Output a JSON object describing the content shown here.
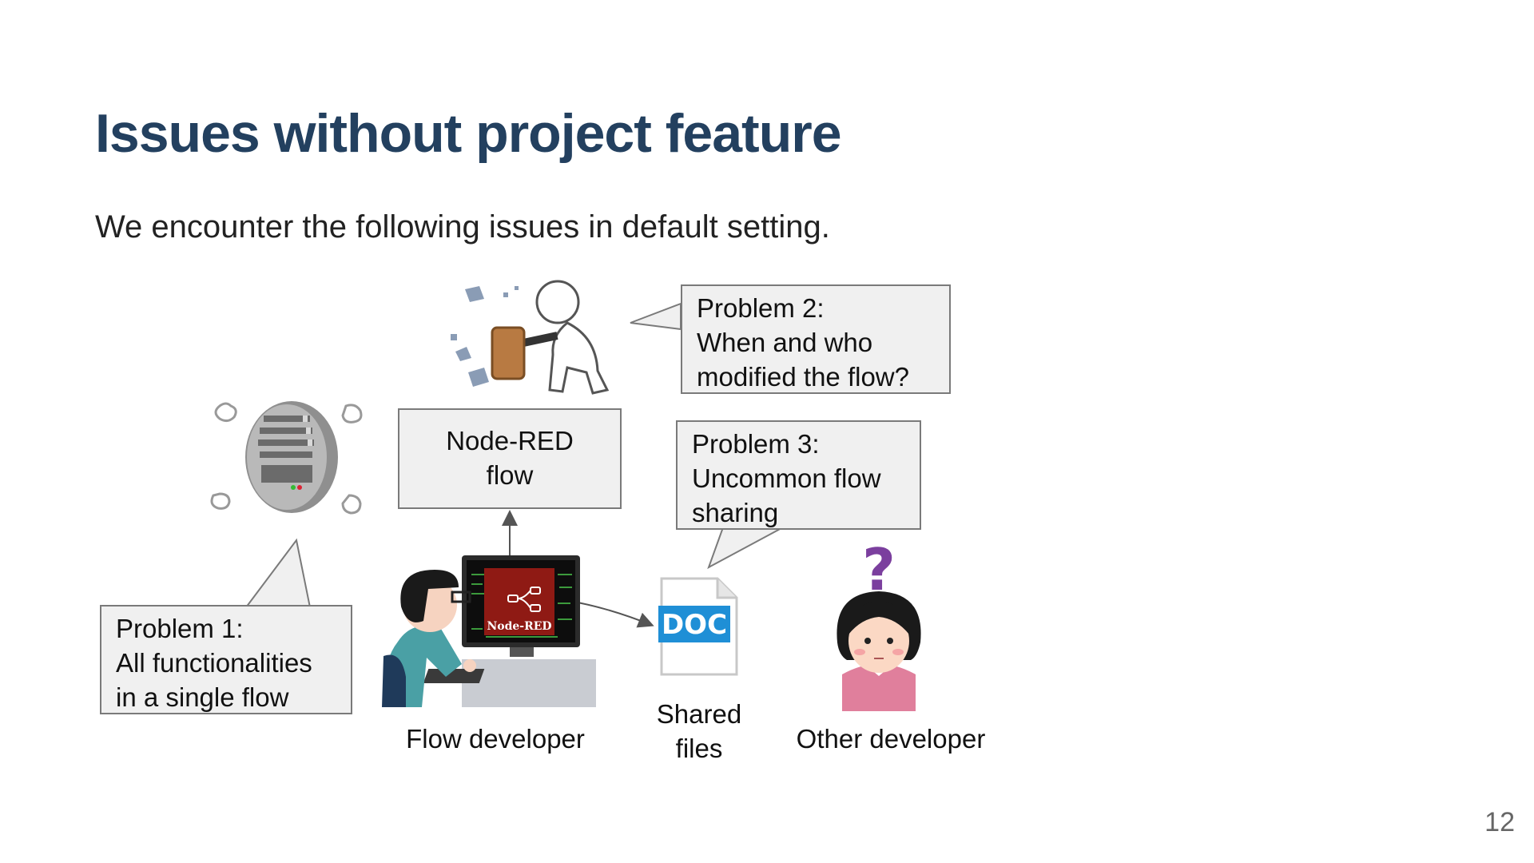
{
  "slide": {
    "title": "Issues without project feature",
    "subtitle": "We encounter the following issues in default setting.",
    "page_number": "12"
  },
  "diagram": {
    "node_red_box": {
      "line1": "Node-RED",
      "line2": "flow"
    },
    "problem1": {
      "line1": "Problem 1:",
      "line2": "All functionalities",
      "line3": "in a single flow"
    },
    "problem2": {
      "line1": "Problem 2:",
      "line2": "When and who",
      "line3": "modified the flow?"
    },
    "problem3": {
      "line1": "Problem 3:",
      "line2": "Uncommon flow",
      "line3": "sharing"
    },
    "captions": {
      "flow_developer": "Flow developer",
      "shared_files_1": "Shared",
      "shared_files_2": "files",
      "other_developer": "Other developer"
    },
    "icons": {
      "server": "broken-server-icon",
      "destroyer": "hammer-person-icon",
      "developer": "developer-at-computer-icon",
      "document": "doc-file-icon",
      "confused": "confused-person-icon"
    },
    "screen_logo_text": "Node-RED",
    "doc_icon_text": "DOC",
    "question_mark": "?",
    "colors": {
      "title": "#23405f",
      "box_fill": "#f0f0f0",
      "box_border": "#7a7a7a",
      "doc_blue": "#1f8fd6",
      "node_red": "#8f1a14",
      "question": "#7b3f9e"
    }
  }
}
